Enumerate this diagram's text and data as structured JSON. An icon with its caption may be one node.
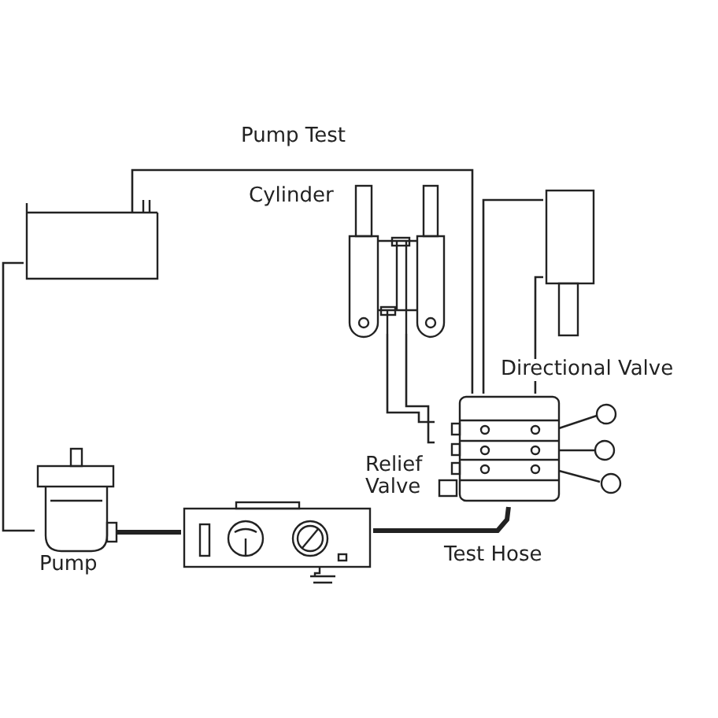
{
  "diagram": {
    "nodes": [
      {
        "text": [],
        "shape": "box"
      },
      {
        "text": [
          "Cylinder"
        ]
      },
      {
        "text": [],
        "shape": "cylinder"
      },
      {
        "text": [
          "Directional Valve"
        ]
      },
      {
        "text": [
          "Pump"
        ]
      },
      {
        "text": [],
        "shape": "box"
      }
    ],
    "edges": [
      {
        "from": 0,
        "to": 4,
        "arrow": "none"
      },
      {
        "from": 0,
        "to": 3,
        "arrow": "none",
        "label": "Pump Test"
      },
      {
        "from": 1,
        "to": 3,
        "arrow": "none"
      },
      {
        "from": 1,
        "to": 3,
        "arrow": "none"
      },
      {
        "from": 2,
        "to": 3,
        "arrow": "none"
      },
      {
        "from": 2,
        "to": 3,
        "arrow": "none"
      },
      {
        "from": 4,
        "to": 5,
        "arrow": "none",
        "style": "thick"
      },
      {
        "from": 5,
        "to": 3,
        "arrow": "none",
        "style": "thick",
        "label": "Test Hose"
      }
    ],
    "labels": [
      "Relief Valve"
    ]
  }
}
